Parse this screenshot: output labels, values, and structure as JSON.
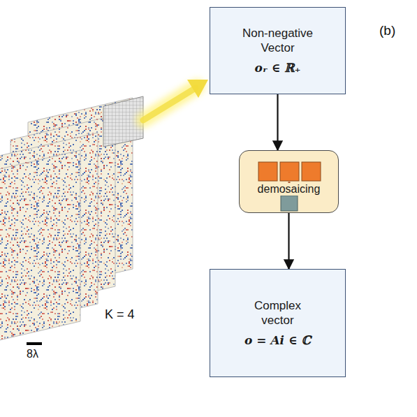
{
  "diagram": {
    "nodes": [
      {
        "text": [
          "Non-negative Vector",
          "oᵣ ∈ ℝ₊"
        ]
      },
      {
        "text": [
          "demosaicing"
        ]
      },
      {
        "text": [
          "Complex vector",
          "o = Ai ∈ ℂ"
        ]
      }
    ],
    "edges": [
      {
        "from": 0,
        "to": 1,
        "arrow": "to"
      },
      {
        "from": 1,
        "to": 2,
        "arrow": "to"
      }
    ],
    "labels": [
      "(b)",
      "K = 4",
      "8λ"
    ]
  }
}
